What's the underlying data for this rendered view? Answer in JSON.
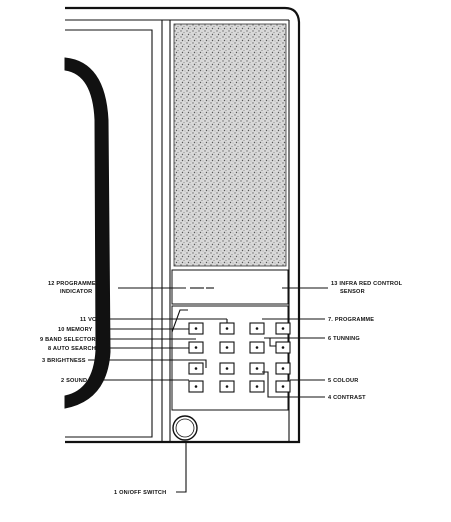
{
  "labels": {
    "programme_indicator": [
      "12 PROGRAMME",
      "INDICATOR"
    ],
    "infra_red_sensor": [
      "13 INFRA RED CONTROL",
      "SENSOR"
    ],
    "vcr": "11  VCR",
    "memory": "10  MEMORY",
    "band_selector": "9 BAND SELECTOR",
    "auto_search": "8  AUTO SEARCH",
    "brightness": "3  BRIGHTNESS",
    "sound": "2  SOUND",
    "programme": "7. PROGRAMME",
    "tuning": "6 TUNNING",
    "colour": "5  COLOUR",
    "contrast": "4  CONTRAST",
    "onoff_switch": "1  ON/OFF SWITCH"
  },
  "icons": {
    "speaker_grille": "speaker-grille-icon",
    "power_knob": "power-knob-icon"
  }
}
